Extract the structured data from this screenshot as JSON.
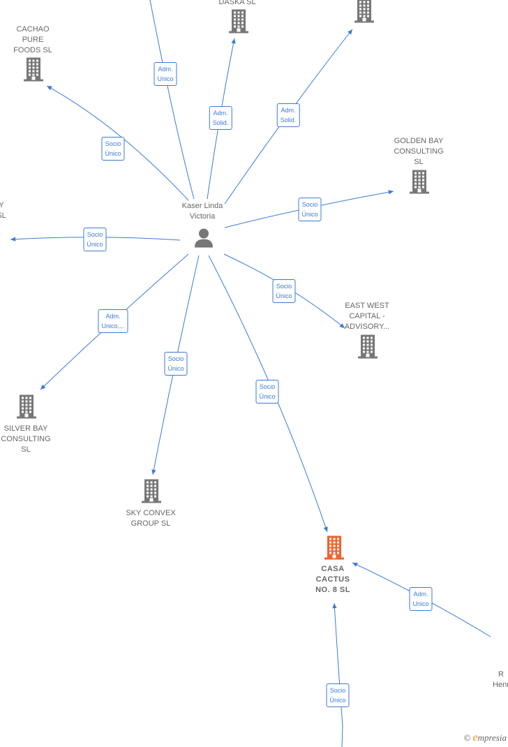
{
  "colors": {
    "edge": "#3a7ad8",
    "building": "#777777",
    "highlight": "#f0622d",
    "person": "#777777"
  },
  "center": {
    "label_lines": [
      "Kaser Linda",
      "Victoria"
    ],
    "icon": "person-icon"
  },
  "nodes": [
    {
      "id": "daska",
      "label_lines": [
        "DASKA  SL"
      ],
      "main": false
    },
    {
      "id": "top-right",
      "label_lines": [],
      "main": false
    },
    {
      "id": "cachao",
      "label_lines": [
        "CACHAO",
        "PURE",
        "FOODS  SL"
      ],
      "main": false
    },
    {
      "id": "golden-bay",
      "label_lines": [
        "GOLDEN BAY",
        "CONSULTING",
        "SL"
      ],
      "main": false
    },
    {
      "id": "left-cut",
      "label_lines": [
        "Y",
        "SL"
      ],
      "main": false
    },
    {
      "id": "east-west",
      "label_lines": [
        "EAST WEST",
        "CAPITAL -",
        "ADVISORY..."
      ],
      "main": false
    },
    {
      "id": "silver-bay",
      "label_lines": [
        "SILVER BAY",
        "CONSULTING",
        "SL"
      ],
      "main": false
    },
    {
      "id": "sky-convex",
      "label_lines": [
        "SKY CONVEX",
        "GROUP  SL"
      ],
      "main": false
    },
    {
      "id": "casa-cactus",
      "label_lines": [
        "CASA",
        "CACTUS",
        "NO.  8  SL"
      ],
      "main": true
    },
    {
      "id": "right-cut",
      "label_lines": [
        "R",
        "Henr"
      ],
      "main": false
    }
  ],
  "edges": [
    {
      "id": "to-top-left",
      "label_lines": [
        "Adm.",
        "Unico"
      ]
    },
    {
      "id": "to-daska",
      "label_lines": [
        "Adm.",
        "Solid."
      ]
    },
    {
      "id": "to-top-right",
      "label_lines": [
        "Adm.",
        "Solid."
      ]
    },
    {
      "id": "to-cachao",
      "label_lines": [
        "Socio",
        "Único"
      ]
    },
    {
      "id": "to-golden-bay",
      "label_lines": [
        "Socio",
        "Único"
      ]
    },
    {
      "id": "to-left-cut",
      "label_lines": [
        "Socio",
        "Único"
      ]
    },
    {
      "id": "to-east-west",
      "label_lines": [
        "Socio",
        "Único"
      ]
    },
    {
      "id": "to-silver-bay",
      "label_lines": [
        "Adm.",
        "Unico,..."
      ]
    },
    {
      "id": "to-sky-convex",
      "label_lines": [
        "Socio",
        "Único"
      ]
    },
    {
      "id": "to-casa-cactus",
      "label_lines": [
        "Socio",
        "Único"
      ]
    },
    {
      "id": "right-to-casa",
      "label_lines": [
        "Adm.",
        "Unico"
      ]
    },
    {
      "id": "bottom-to-casa",
      "label_lines": [
        "Socio",
        "Único"
      ]
    }
  ],
  "watermark": {
    "symbol": "©",
    "initial": "e",
    "rest": "mpresia"
  }
}
